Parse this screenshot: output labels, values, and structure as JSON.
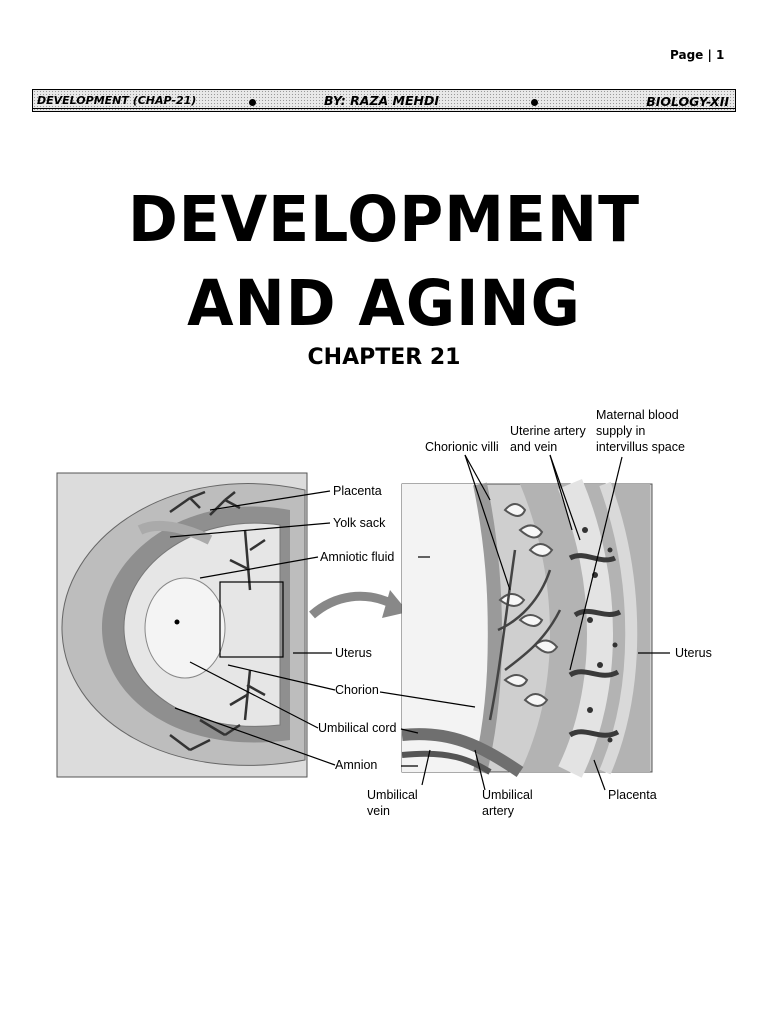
{
  "page": {
    "label": "Page | 1"
  },
  "header": {
    "left": "DEVELOPMENT (CHAP-21)",
    "center": "BY: RAZA MEHDI",
    "right": "BIOLOGY-XII"
  },
  "title": {
    "line1": "DEVELOPMENT",
    "line2": "AND AGING",
    "chapter": "CHAPTER 21"
  },
  "figure": {
    "labels": {
      "placenta": "Placenta",
      "yolk_sack": "Yolk sack",
      "amniotic_fluid": "Amniotic fluid",
      "uterus_left": "Uterus",
      "chorion": "Chorion",
      "umbilical_cord": "Umbilical cord",
      "amnion": "Amnion",
      "chorionic_villi": "Chorionic villi",
      "uterine_artery_1": "Uterine artery",
      "uterine_artery_2": "and vein",
      "maternal_1": "Maternal blood",
      "maternal_2": "supply in",
      "maternal_3": "intervillus space",
      "uterus_right": "Uterus",
      "umbilical_vein_1": "Umbilical",
      "umbilical_vein_2": "vein",
      "umbilical_artery_1": "Umbilical",
      "umbilical_artery_2": "artery",
      "placenta_right": "Placenta"
    }
  }
}
